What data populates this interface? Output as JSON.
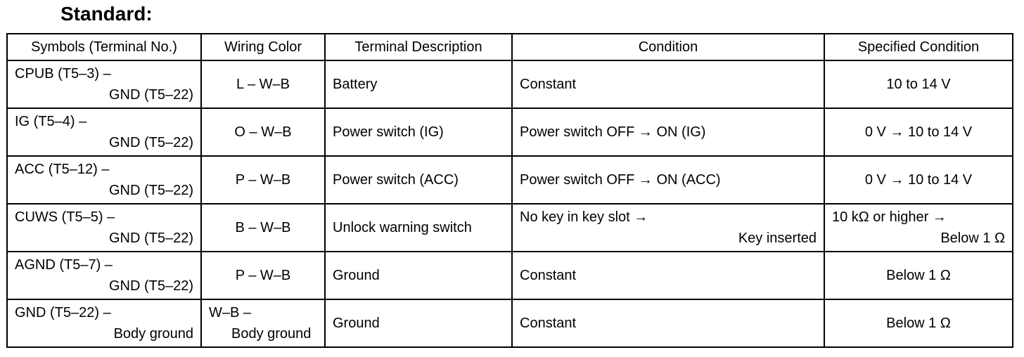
{
  "title": "Standard:",
  "table": {
    "headers": [
      "Symbols (Terminal No.)",
      "Wiring Color",
      "Terminal Description",
      "Condition",
      "Specified Condition"
    ],
    "rows": [
      {
        "symbol": [
          "CPUB (T5–3) –",
          "GND (T5–22)"
        ],
        "wiring": [
          "L – W–B"
        ],
        "description": "Battery",
        "condition": [
          "Constant"
        ],
        "specified": [
          "10 to 14 V"
        ]
      },
      {
        "symbol": [
          "IG (T5–4) –",
          "GND (T5–22)"
        ],
        "wiring": [
          "O – W–B"
        ],
        "description": "Power switch (IG)",
        "condition": [
          "Power switch OFF → ON (IG)"
        ],
        "specified": [
          "0 V → 10 to 14 V"
        ]
      },
      {
        "symbol": [
          "ACC (T5–12) –",
          "GND (T5–22)"
        ],
        "wiring": [
          "P – W–B"
        ],
        "description": "Power switch (ACC)",
        "condition": [
          "Power switch OFF → ON (ACC)"
        ],
        "specified": [
          "0 V → 10 to 14 V"
        ]
      },
      {
        "symbol": [
          "CUWS (T5–5) –",
          "GND (T5–22)"
        ],
        "wiring": [
          "B – W–B"
        ],
        "description": "Unlock warning switch",
        "condition": [
          "No key in key slot →",
          "Key inserted"
        ],
        "specified": [
          "10 kΩ or higher →",
          "Below 1 Ω"
        ]
      },
      {
        "symbol": [
          "AGND (T5–7) –",
          "GND (T5–22)"
        ],
        "wiring": [
          "P – W–B"
        ],
        "description": "Ground",
        "condition": [
          "Constant"
        ],
        "specified": [
          "Below 1 Ω"
        ]
      },
      {
        "symbol": [
          "GND (T5–22) –",
          "Body ground"
        ],
        "wiring": [
          "W–B –",
          "Body ground"
        ],
        "description": "Ground",
        "condition": [
          "Constant"
        ],
        "specified": [
          "Below 1 Ω"
        ]
      }
    ]
  }
}
